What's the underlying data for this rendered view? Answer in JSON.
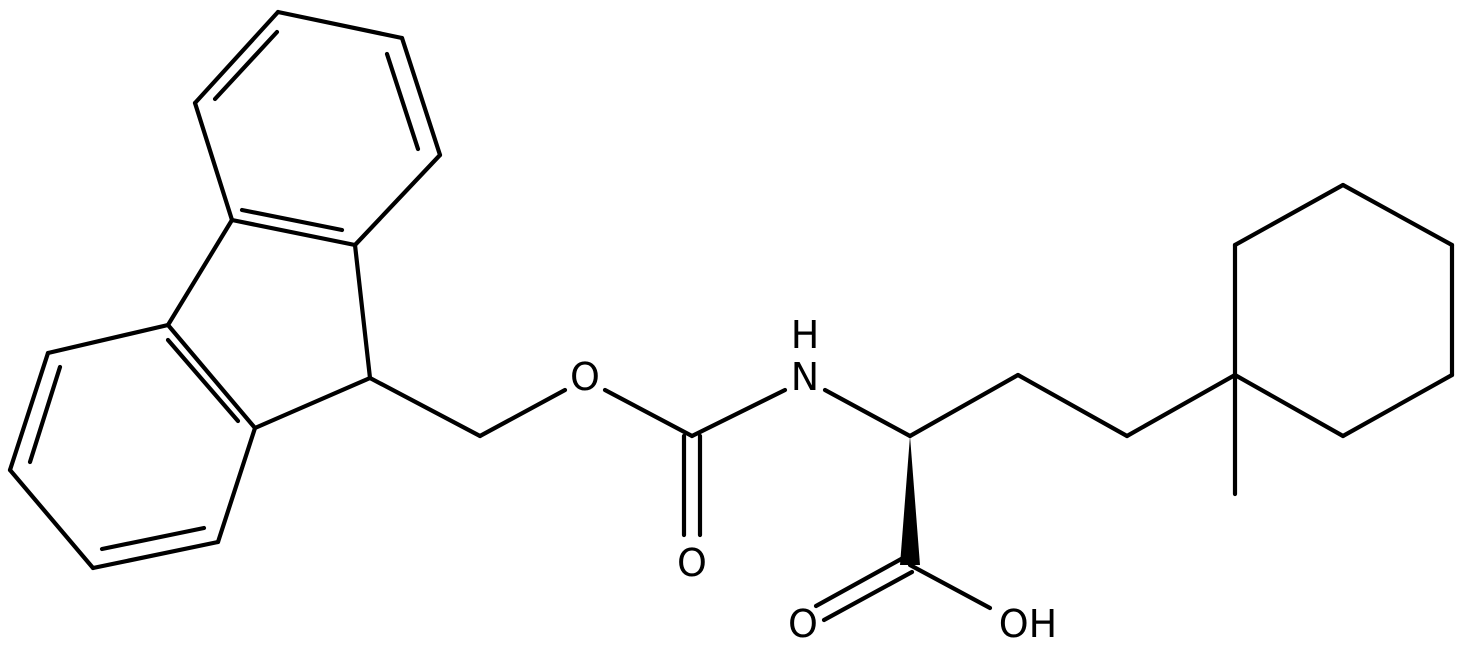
{
  "structure": {
    "atom_labels": {
      "ester_oxygen": "O",
      "carbamate_carbonyl_oxygen": "O",
      "amide_nitrogen": "N",
      "amide_hydrogen": "H",
      "acid_carbonyl_oxygen": "O",
      "hydroxyl": "OH"
    },
    "colors": {
      "bond": "#000000",
      "label": "#000000",
      "background": "#ffffff"
    }
  }
}
